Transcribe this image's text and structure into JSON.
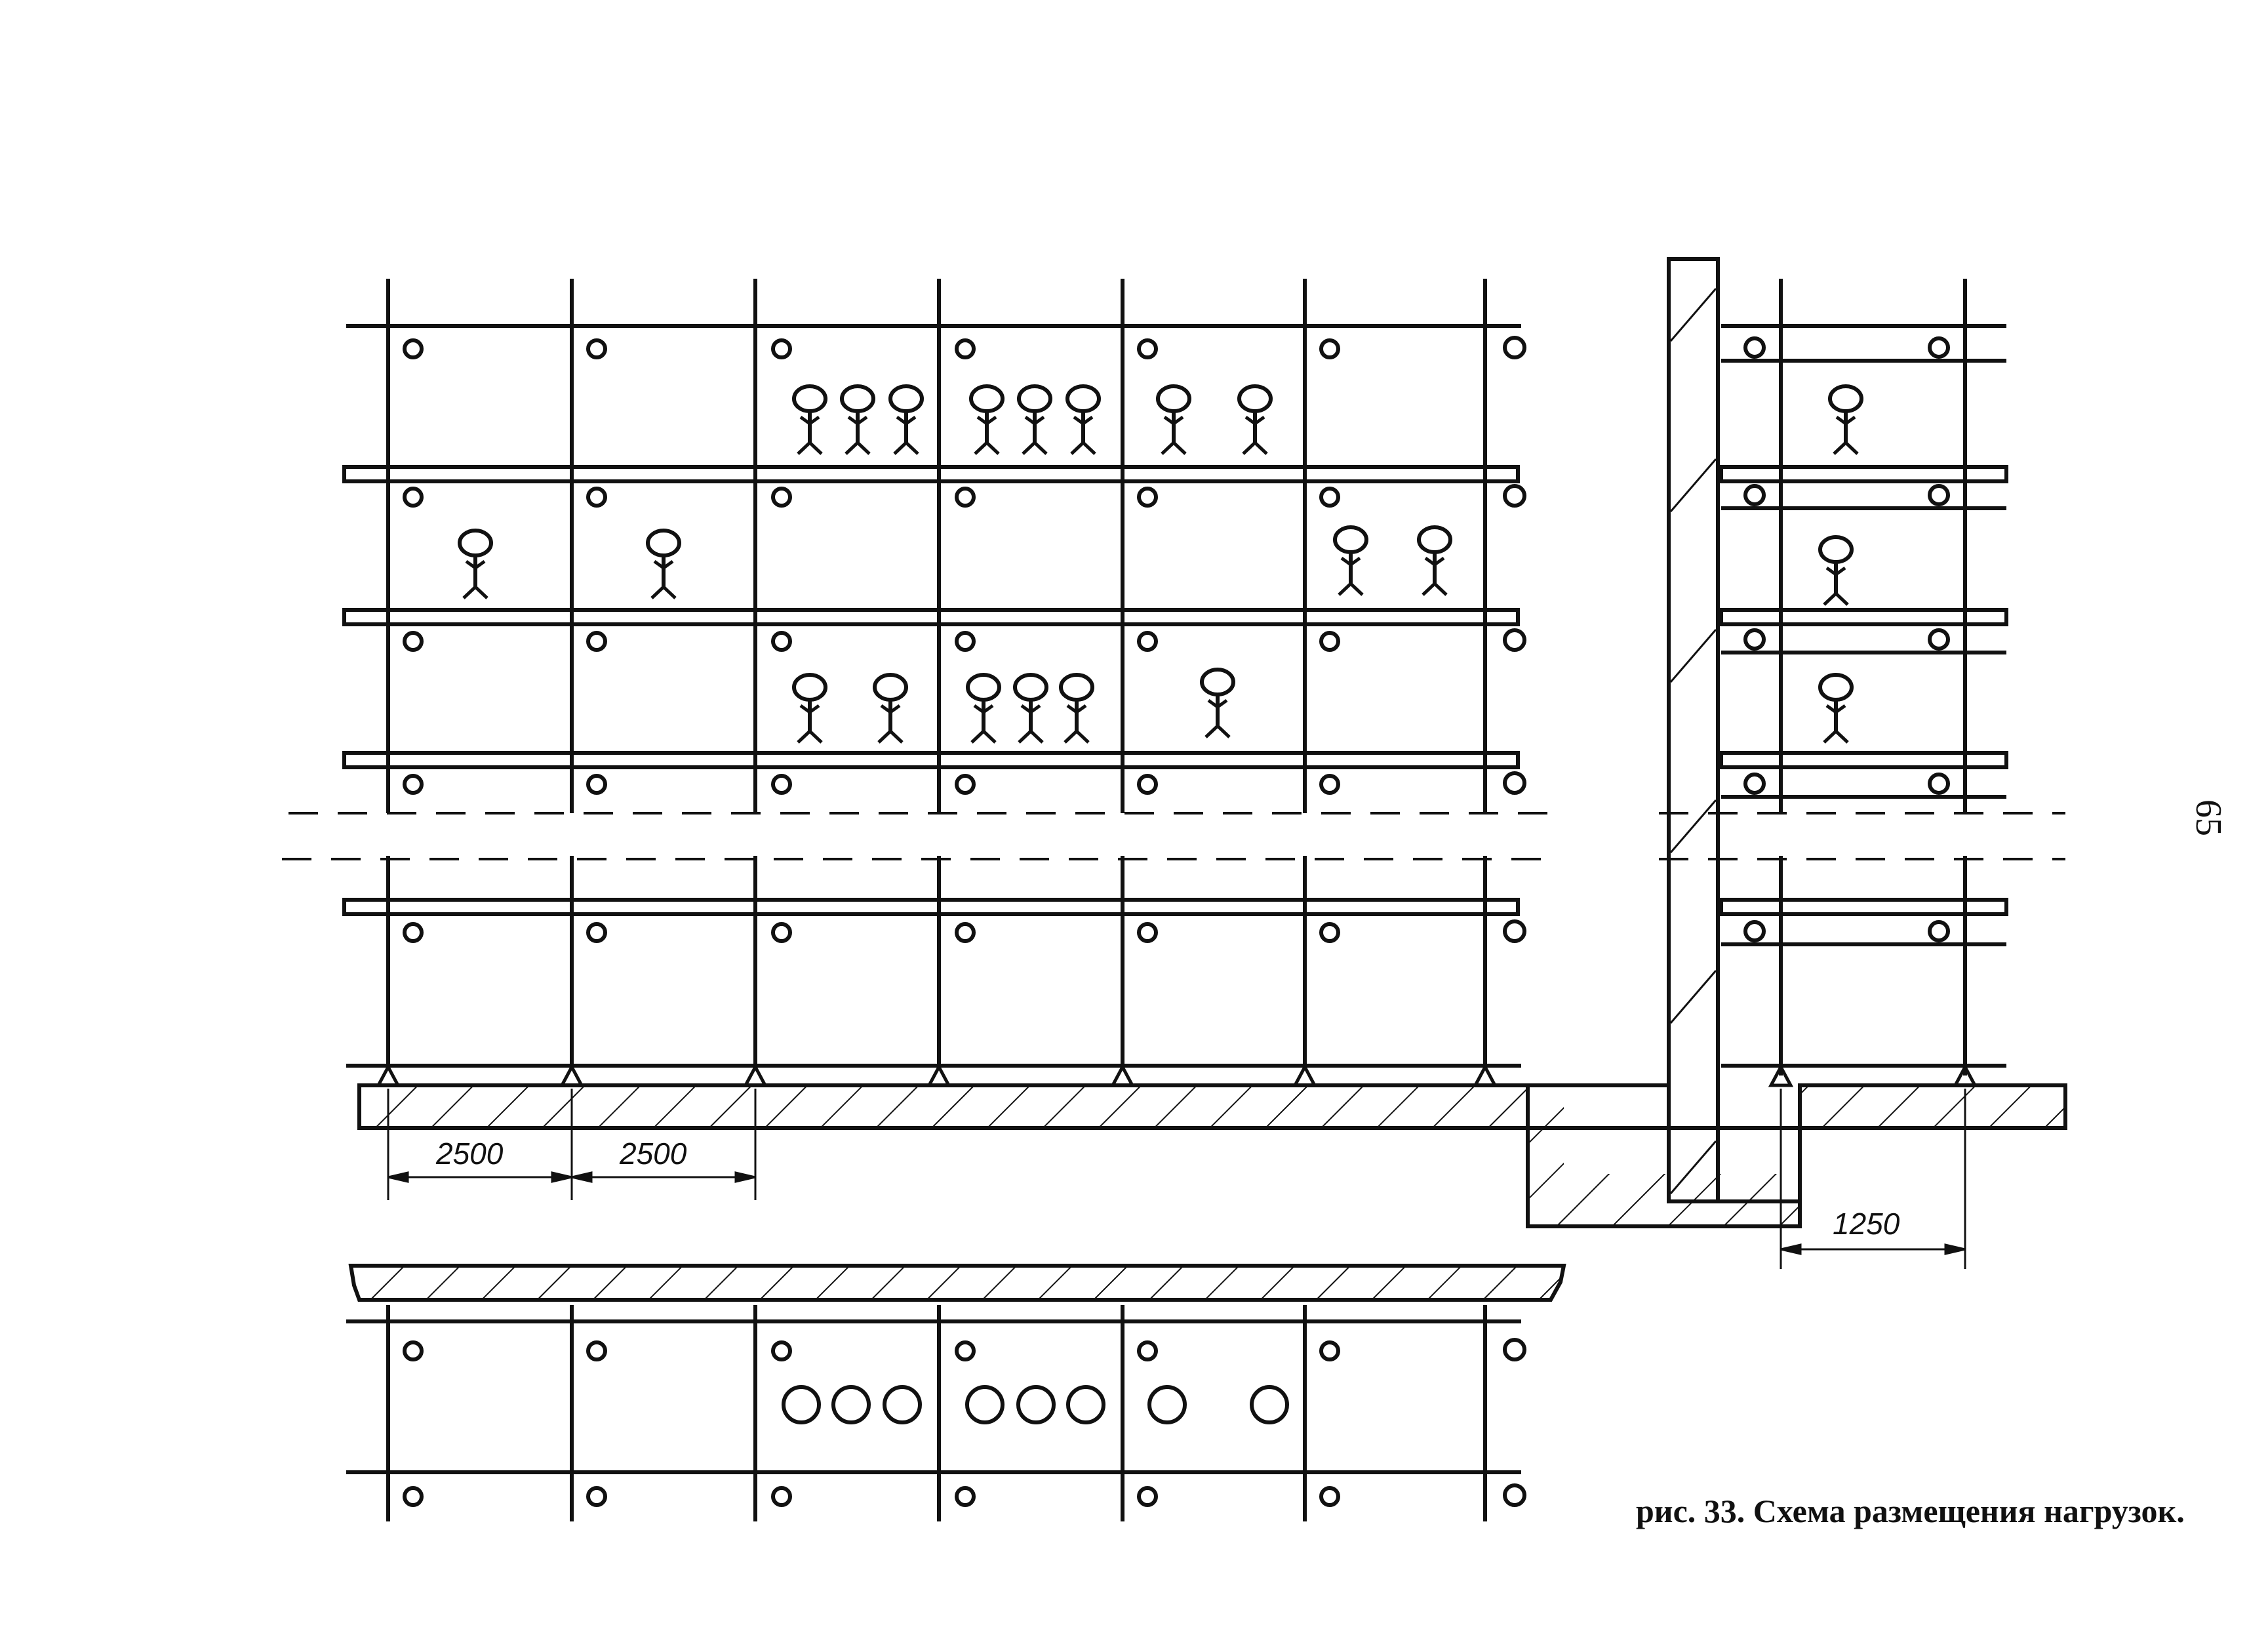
{
  "figure": {
    "caption": "рис. 33. Схема размещения нагрузок.",
    "page_number": "65"
  },
  "dimensions": {
    "bay_1": "2500",
    "bay_2": "2500",
    "side_bay": "1250"
  },
  "legend_icons": {
    "worker": "stick-figure-icon",
    "load": "circle-load-icon"
  }
}
